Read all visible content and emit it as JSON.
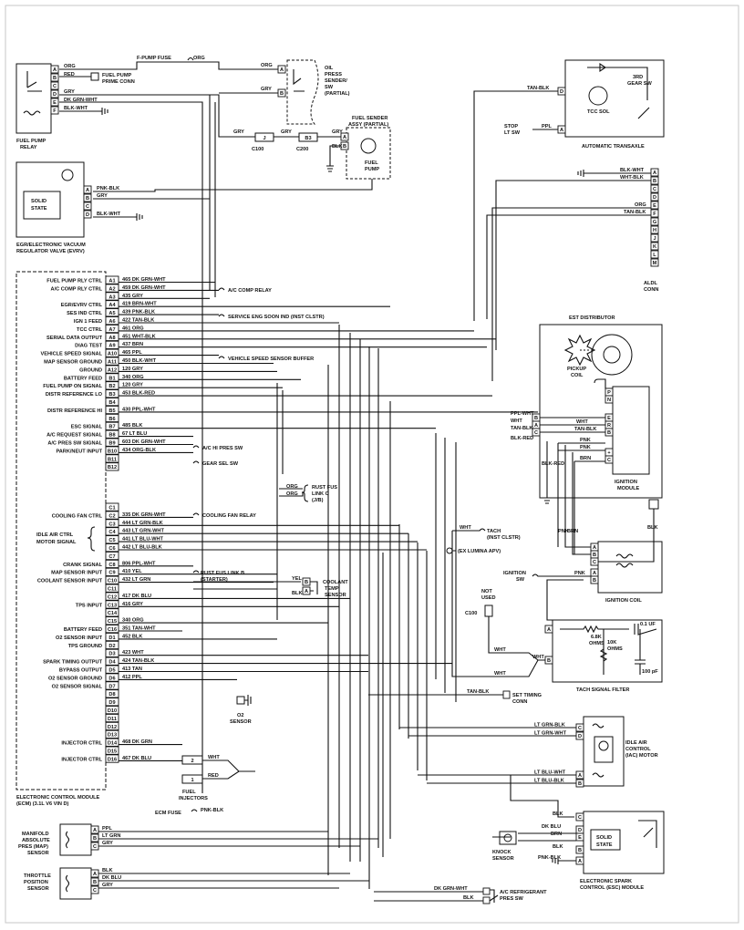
{
  "fuel_pump_relay": {
    "title": [
      "FUEL PUMP",
      "RELAY"
    ],
    "pins": [
      "A",
      "B",
      "C",
      "D",
      "E",
      "F"
    ],
    "wires": [
      "ORG",
      "RED",
      "GRY",
      "DK GRN-WHT",
      "BLK-WHT"
    ]
  },
  "fuel_pump_prime_conn": [
    "FUEL PUMP",
    "PRIME CONN"
  ],
  "fpump_fuse": {
    "label": "F-PUMP FUSE",
    "wire": "ORG"
  },
  "oil_press_sender": {
    "title": [
      "OIL",
      "PRESS",
      "SENDER/",
      "SW",
      "(PARTIAL)"
    ],
    "pins": [
      "A",
      "B"
    ],
    "wires": [
      "ORG",
      "GRY"
    ]
  },
  "fuel_sender": {
    "title": [
      "FUEL SENDER",
      "ASSY (PARTIAL)"
    ],
    "pump": [
      "FUEL",
      "PUMP"
    ],
    "pins": [
      "A",
      "B"
    ],
    "wires": [
      "GRY",
      "BLK"
    ]
  },
  "connectors": {
    "j": "J",
    "j_name": "C100",
    "b3": "B3",
    "b3_name": "C200",
    "gry1": "GRY",
    "gry2": "GRY"
  },
  "evrv": {
    "title": [
      "EGR/ELECTRONIC VACUUM",
      "REGULATOR VALVE (EVRV)"
    ],
    "solid_state": [
      "SOLID",
      "STATE"
    ],
    "pins": [
      "A",
      "B",
      "C",
      "D"
    ],
    "wires": [
      "PNK-BLK",
      "GRY",
      "BLK-WHT"
    ]
  },
  "trans": {
    "title": "AUTOMATIC TRANSAXLE",
    "tcc": "TCC SOL",
    "gear_sw": [
      "3RD",
      "GEAR SW"
    ],
    "pins": [
      "D",
      "A"
    ],
    "wires": [
      "TAN-BLK",
      "PPL"
    ],
    "stop_lt_sw": [
      "STOP",
      "LT SW"
    ]
  },
  "aldl": {
    "title": [
      "ALDL",
      "CONN"
    ],
    "pins": [
      "A",
      "B",
      "C",
      "D",
      "E",
      "F",
      "G",
      "H",
      "J",
      "K",
      "L",
      "M"
    ],
    "wires": [
      "BLK-WHT",
      "WHT-BLK",
      "ORG",
      "TAN-BLK"
    ]
  },
  "ecm": {
    "title": [
      "ELECTRONIC CONTROL MODULE",
      "(ECM) (3.1L V6 VIN D)"
    ],
    "rows_a": [
      {
        "label": "FUEL PUMP RLY CTRL",
        "pin": "A1",
        "wire": "465 DK GRN-WHT"
      },
      {
        "label": "A/C COMP RLY CTRL",
        "pin": "A2",
        "wire": "459 DK GRN-WHT"
      },
      {
        "label": "",
        "pin": "A3",
        "wire": "435 GRY"
      },
      {
        "label": "EGR/EVRV CTRL",
        "pin": "A4",
        "wire": "419 BRN-WHT"
      },
      {
        "label": "SES IND CTRL",
        "pin": "A5",
        "wire": "439 PNK-BLK"
      },
      {
        "label": "IGN 1 FEED",
        "pin": "A6",
        "wire": "422 TAN-BLK"
      },
      {
        "label": "TCC CTRL",
        "pin": "A7",
        "wire": "461 ORG"
      },
      {
        "label": "SERIAL DATA OUTPUT",
        "pin": "A8",
        "wire": "451 WHT-BLK"
      },
      {
        "label": "DIAG TEST",
        "pin": "A9",
        "wire": "437 BRN"
      },
      {
        "label": "VEHICLE SPEED SIGNAL",
        "pin": "A10",
        "wire": "465 PPL"
      },
      {
        "label": "MAP SENSOR GROUND",
        "pin": "A11",
        "wire": "450 BLK-WHT"
      },
      {
        "label": "GROUND",
        "pin": "A12",
        "wire": "120 GRY"
      },
      {
        "label": "BATTERY FEED",
        "pin": "B1",
        "wire": "340 ORG"
      },
      {
        "label": "FUEL PUMP ON SIGNAL",
        "pin": "B2",
        "wire": "120 GRY"
      },
      {
        "label": "DISTR REFERENCE LO",
        "pin": "B3",
        "wire": "453 BLK-RED"
      },
      {
        "label": "",
        "pin": "B4",
        "wire": ""
      },
      {
        "label": "DISTR REFERENCE HI",
        "pin": "B5",
        "wire": "430 PPL-WHT"
      },
      {
        "label": "",
        "pin": "B6",
        "wire": ""
      },
      {
        "label": "ESC SIGNAL",
        "pin": "B7",
        "wire": "485 BLK"
      },
      {
        "label": "A/C REQUEST SIGNAL",
        "pin": "B8",
        "wire": "67 LT BLU"
      },
      {
        "label": "A/C PRES SW SIGNAL",
        "pin": "B9",
        "wire": "603 DK GRN-WHT"
      },
      {
        "label": "PARK/NEUT INPUT",
        "pin": "B10",
        "wire": "434 ORG-BLK"
      },
      {
        "label": "",
        "pin": "B11",
        "wire": ""
      },
      {
        "label": "",
        "pin": "B12",
        "wire": ""
      }
    ],
    "rows_c": [
      {
        "label": "",
        "pin": "C1",
        "wire": ""
      },
      {
        "label": "COOLING FAN CTRL",
        "pin": "C2",
        "wire": "335 DK GRN-WHT"
      },
      {
        "label": "",
        "pin": "C3",
        "wire": "444 LT GRN-BLK"
      },
      {
        "label": "",
        "pin": "C4",
        "wire": "443 LT GRN-WHT"
      },
      {
        "label": "",
        "pin": "C5",
        "wire": "441 LT BLU-WHT"
      },
      {
        "label": "",
        "pin": "C6",
        "wire": "442 LT BLU-BLK"
      },
      {
        "label": "",
        "pin": "C7",
        "wire": ""
      },
      {
        "label": "CRANK SIGNAL",
        "pin": "C8",
        "wire": "806 PPL-WHT"
      },
      {
        "label": "MAP SENSOR INPUT",
        "pin": "C9",
        "wire": "410 YEL"
      },
      {
        "label": "COOLANT SENSOR INPUT",
        "pin": "C10",
        "wire": "432 LT GRN"
      },
      {
        "label": "",
        "pin": "C11",
        "wire": ""
      },
      {
        "label": "",
        "pin": "C12",
        "wire": "417 DK BLU"
      },
      {
        "label": "TPS INPUT",
        "pin": "C13",
        "wire": "416 GRY"
      },
      {
        "label": "",
        "pin": "C14",
        "wire": ""
      },
      {
        "label": "",
        "pin": "C15",
        "wire": "340 ORG"
      },
      {
        "label": "BATTERY FEED",
        "pin": "C16",
        "wire": "351 TAN-WHT"
      },
      {
        "label": "O2 SENSOR INPUT",
        "pin": "D1",
        "wire": "452 BLK"
      },
      {
        "label": "TPS GROUND",
        "pin": "D2",
        "wire": ""
      },
      {
        "label": "",
        "pin": "D3",
        "wire": "423 WHT"
      },
      {
        "label": "SPARK TIMING OUTPUT",
        "pin": "D4",
        "wire": "424 TAN-BLK"
      },
      {
        "label": "BYPASS OUTPUT",
        "pin": "D5",
        "wire": "413 TAN"
      },
      {
        "label": "O2 SENSOR GROUND",
        "pin": "D6",
        "wire": "412 PPL"
      },
      {
        "label": "O2 SENSOR SIGNAL",
        "pin": "D7",
        "wire": ""
      },
      {
        "label": "",
        "pin": "D8",
        "wire": ""
      },
      {
        "label": "",
        "pin": "D9",
        "wire": ""
      },
      {
        "label": "",
        "pin": "D10",
        "wire": ""
      },
      {
        "label": "",
        "pin": "D11",
        "wire": ""
      },
      {
        "label": "",
        "pin": "D12",
        "wire": ""
      },
      {
        "label": "",
        "pin": "D13",
        "wire": ""
      },
      {
        "label": "INJECTOR CTRL",
        "pin": "D14",
        "wire": "468 DK GRN"
      },
      {
        "label": "",
        "pin": "D15",
        "wire": ""
      },
      {
        "label": "INJECTOR CTRL",
        "pin": "D16",
        "wire": "467 DK BLU"
      }
    ],
    "idle_air_label": [
      "IDLE AIR CTRL",
      "MOTOR SIGNAL"
    ]
  },
  "notes": {
    "ac_comp_relay": "A/C COMP RELAY",
    "service_eng": "SERVICE ENG SOON IND (INST CLSTR)",
    "vss_buffer": "VEHICLE SPEED SENSOR BUFFER",
    "ac_hi_pres": "A/C HI PRES SW",
    "gear_sel": "GEAR SEL SW",
    "cooling_fan_relay": "COOLING FAN RELAY",
    "rust_fus_b": [
      "RUST FUS LINK B",
      "(STARTER)"
    ],
    "rust_fus_c": [
      "RUST FUS",
      "LINK C",
      "(J/B)"
    ],
    "ecm_fuse": "ECM FUSE",
    "pnk_blk": "PNK-BLK",
    "org": "ORG"
  },
  "coolant": {
    "title": [
      "COOLANT",
      "TEMP",
      "SENSOR"
    ],
    "pins": [
      "B",
      "A"
    ],
    "wires": [
      "YEL",
      "BLK"
    ]
  },
  "o2": {
    "title": [
      "O2",
      "SENSOR"
    ]
  },
  "injectors": {
    "title": [
      "FUEL",
      "INJECTORS"
    ],
    "pins": [
      "2",
      "1"
    ],
    "wires": [
      "WHT",
      "RED"
    ]
  },
  "map": {
    "title": [
      "MANIFOLD",
      "ABSOLUTE",
      "PRES (MAP)",
      "SENSOR"
    ],
    "pins": [
      "A",
      "B",
      "C"
    ],
    "wires": [
      "PPL",
      "LT GRN",
      "GRY"
    ]
  },
  "tps": {
    "title": [
      "THROTTLE",
      "POSITION",
      "SENSOR"
    ],
    "pins": [
      "A",
      "B",
      "C"
    ],
    "wires": [
      "BLK",
      "DK BLU",
      "GRY"
    ]
  },
  "est": {
    "title": "EST DISTRIBUTOR",
    "pickup": [
      "PICKUP",
      "COIL"
    ],
    "module": [
      "IGNITION",
      "MODULE"
    ],
    "pins_left": [
      "B",
      "A",
      "C",
      "E",
      "R",
      "B"
    ],
    "pins_pn": [
      "P",
      "N"
    ],
    "pins_bottom": [
      "+",
      "C"
    ],
    "wires": [
      "PPL-WHT",
      "WHT",
      "TAN-BLK",
      "BLK-RED",
      "WHT",
      "TAN-BLK",
      "PNK",
      "PNK",
      "BRN",
      "BLK-RED",
      "BLK"
    ]
  },
  "ign_coil": {
    "title": "IGNITION COIL",
    "pins": [
      "A",
      "B",
      "C",
      "A",
      "B"
    ],
    "wires": [
      "PNK",
      "BRN",
      "PNK"
    ],
    "ign_sw": [
      "IGNITION",
      "SW"
    ]
  },
  "tach": {
    "label": [
      "TACH",
      "(INST CLSTR)"
    ],
    "ex_lumina": "(EX LUMINA APV)",
    "not_used": [
      "NOT",
      "USED"
    ],
    "c100": "C100",
    "wires": [
      "WHT",
      "WHT",
      "WHT",
      "WHT"
    ]
  },
  "tach_filter": {
    "title": "TACH SIGNAL FILTER",
    "r1": [
      "6.8K",
      "OHMS"
    ],
    "r2": [
      "10K",
      "OHMS"
    ],
    "c1": "0.1 UF",
    "c2": "100 pF",
    "pins": [
      "A",
      "B"
    ]
  },
  "set_timing": {
    "label": [
      "SET TIMING",
      "CONN"
    ],
    "wire": "TAN-BLK"
  },
  "iac": {
    "title": [
      "IDLE AIR",
      "CONTROL",
      "(IAC) MOTOR"
    ],
    "pins": [
      "C",
      "D",
      "A",
      "B"
    ],
    "wires": [
      "LT GRN-BLK",
      "LT GRN-WHT",
      "LT BLU-WHT",
      "LT BLU-BLK"
    ]
  },
  "esc": {
    "title": [
      "ELECTRONIC SPARK",
      "CONTROL (ESC) MODULE"
    ],
    "solid_state": [
      "SOLID",
      "STATE"
    ],
    "pins": [
      "C",
      "D",
      "E",
      "B",
      "A"
    ],
    "wires": [
      "BLK",
      "DK BLU",
      "BRN",
      "BLK",
      "PNK-BLK"
    ],
    "knock": [
      "KNOCK",
      "SENSOR"
    ]
  },
  "ac_ref": {
    "title": [
      "A/C REFRIGERANT",
      "PRES SW"
    ],
    "wires": [
      "DK GRN-WHT",
      "BLK"
    ]
  }
}
